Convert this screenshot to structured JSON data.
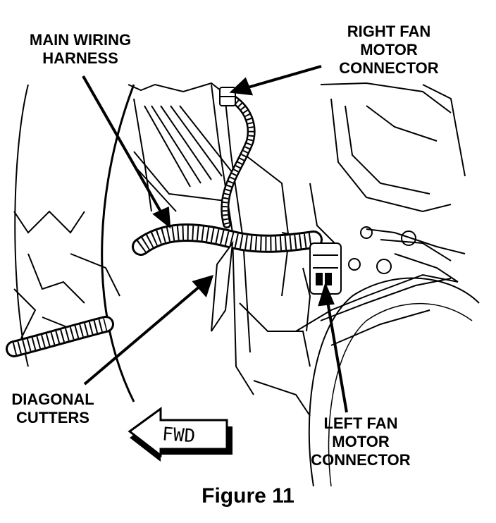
{
  "callouts": {
    "main_wiring_harness": "MAIN WIRING HARNESS",
    "right_fan_motor_connector": "RIGHT FAN MOTOR CONNECTOR",
    "diagonal_cutters": "DIAGONAL CUTTERS",
    "left_fan_motor_connector": "LEFT FAN MOTOR CONNECTOR"
  },
  "direction_arrow": {
    "label": "FWD"
  },
  "caption": "Figure 11"
}
